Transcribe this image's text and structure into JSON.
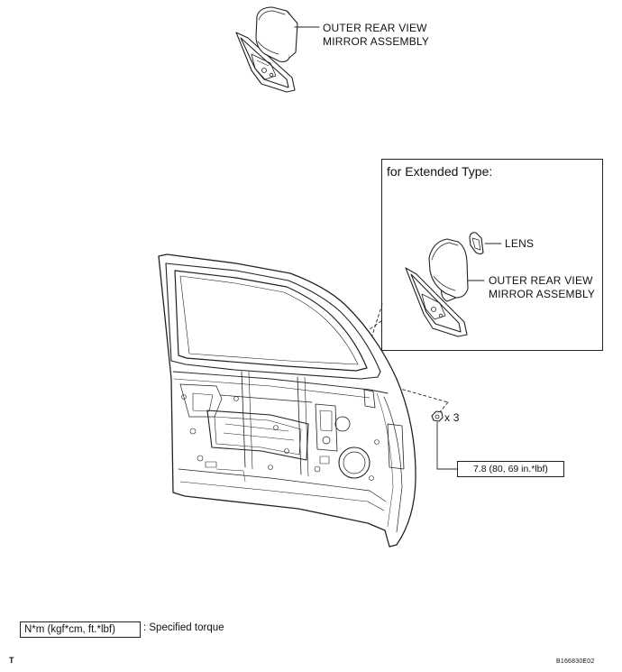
{
  "labels": {
    "mirror_top": "OUTER REAR VIEW\nMIRROR ASSEMBLY",
    "extended_title": "for Extended Type:",
    "lens": "LENS",
    "mirror_extended": "OUTER REAR VIEW\nMIRROR ASSEMBLY",
    "quantity": "x 3",
    "torque_value": "7.8 (80, 69 in.*lbf)"
  },
  "legend": {
    "box_text": "N*m (kgf*cm, ft.*lbf)",
    "description": ": Specified torque"
  },
  "footer": {
    "corner_mark": "T",
    "figure_id": "B166830E02"
  }
}
